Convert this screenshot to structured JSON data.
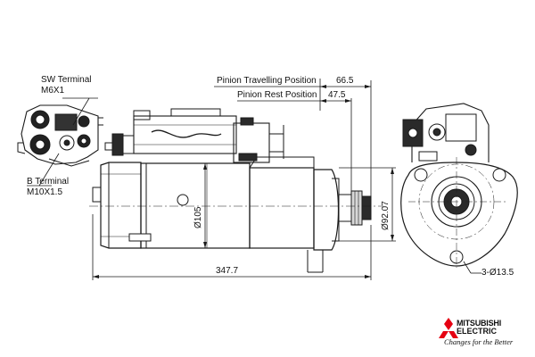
{
  "labels": {
    "sw_terminal": "SW Terminal",
    "sw_thread": "M6X1",
    "b_terminal": "B Terminal",
    "b_thread": "M10X1.5",
    "pinion_travelling": "Pinion Travelling Position",
    "pinion_rest": "Pinion Rest Position"
  },
  "dimensions": {
    "travel": "66.5",
    "rest": "47.5",
    "body_diameter": "Ø105",
    "flange_diameter": "Ø92.07",
    "overall_length": "347.7",
    "holes": "3-Ø13.5"
  },
  "brand": {
    "name_line1": "MITSUBISHI",
    "name_line2": "ELECTRIC",
    "tagline": "Changes for the Better",
    "logo_color": "#e60012"
  }
}
